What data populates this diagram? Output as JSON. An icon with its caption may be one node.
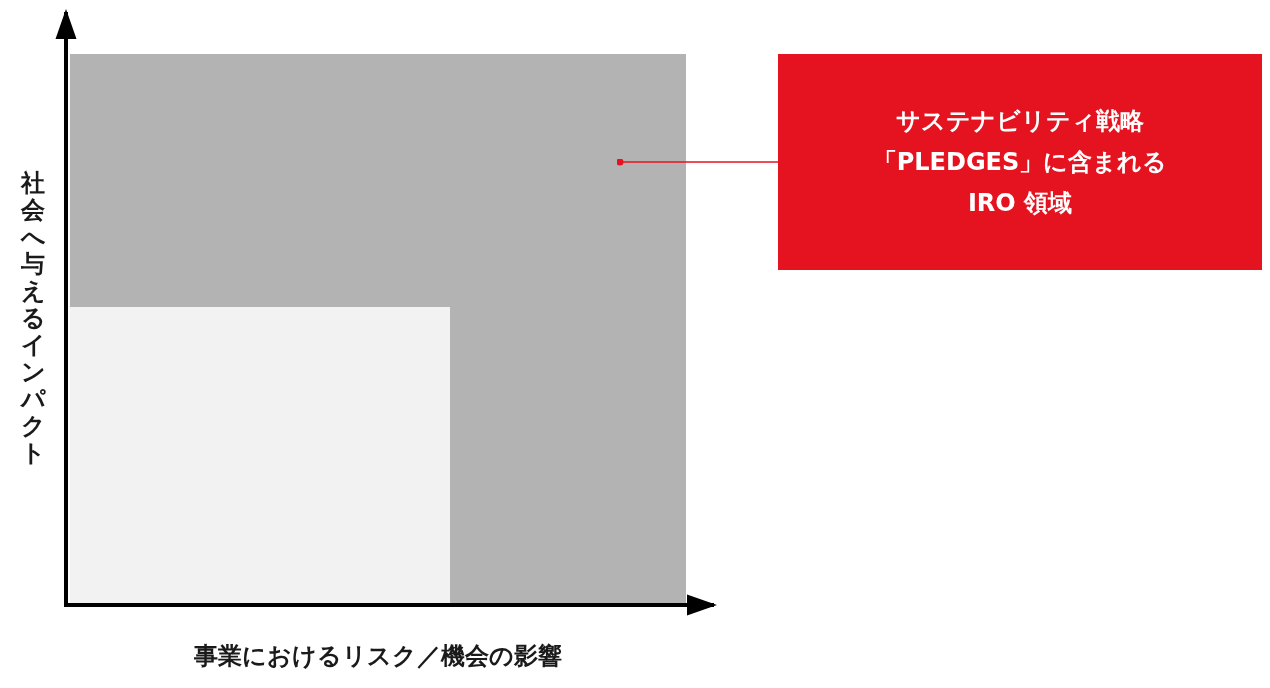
{
  "diagram": {
    "nodes": [
      {
        "text": [],
        "shape": "box"
      },
      {
        "text": [],
        "shape": "box",
        "in": 0
      },
      {
        "text": [
          "サステナビリティ戦略「PLEDGES」に含まれるIRO 領域"
        ]
      }
    ],
    "edges": [
      {
        "from": 2,
        "to": 0,
        "arrow": "other"
      }
    ],
    "labels": [
      "社会へ与えるインパクト",
      "事業におけるリスク／機会の影響"
    ]
  }
}
